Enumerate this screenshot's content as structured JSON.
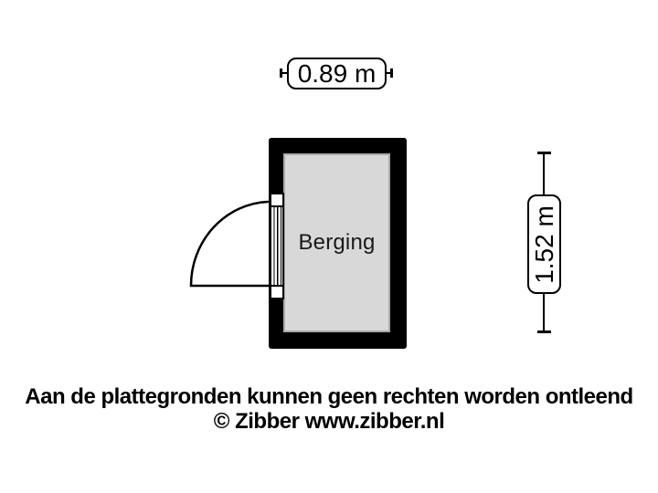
{
  "room": {
    "name": "Berging"
  },
  "dimensions": {
    "width_label": "0.89 m",
    "height_label": "1.52 m"
  },
  "footer": {
    "disclaimer": "Aan de plattegronden kunnen geen rechten worden ontleend",
    "copyright": "© Zibber www.zibber.nl"
  },
  "colors": {
    "background": "#ffffff",
    "wall": "#000000",
    "floor": "#d8d8d8",
    "floor_border": "#a9a9a9",
    "label_border": "#000000",
    "text": "#1a1a1a"
  }
}
